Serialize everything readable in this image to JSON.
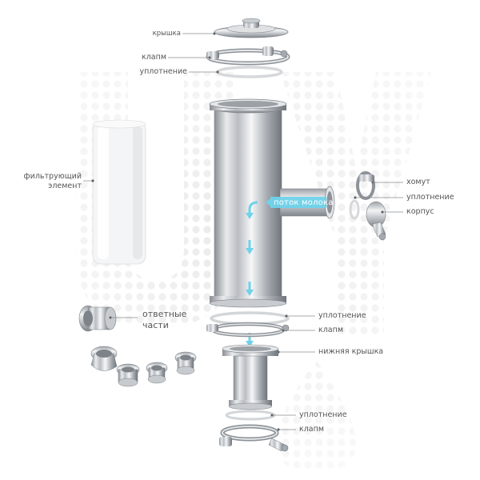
{
  "colors": {
    "accent": "#6fd2ea",
    "steel_dark": "#7c8187",
    "steel_light": "#f1f2f3",
    "label_text": "#555555"
  },
  "labels": {
    "lid": "крышка",
    "clamp_top": "клапм",
    "seal_top": "уплотнение",
    "filter_line1": "фильтрующий",
    "filter_line2": "элемент",
    "collar": "хомут",
    "seal_side": "уплотнение",
    "body": "корпус",
    "flow": "поток молока",
    "counterparts_line1": "ответные",
    "counterparts_line2": "части",
    "seal_mid": "уплотнение",
    "clamp_mid": "клапм",
    "bottom_lid": "нижняя крышка",
    "seal_bottom": "уплотнение",
    "clamp_bottom": "клапм"
  }
}
